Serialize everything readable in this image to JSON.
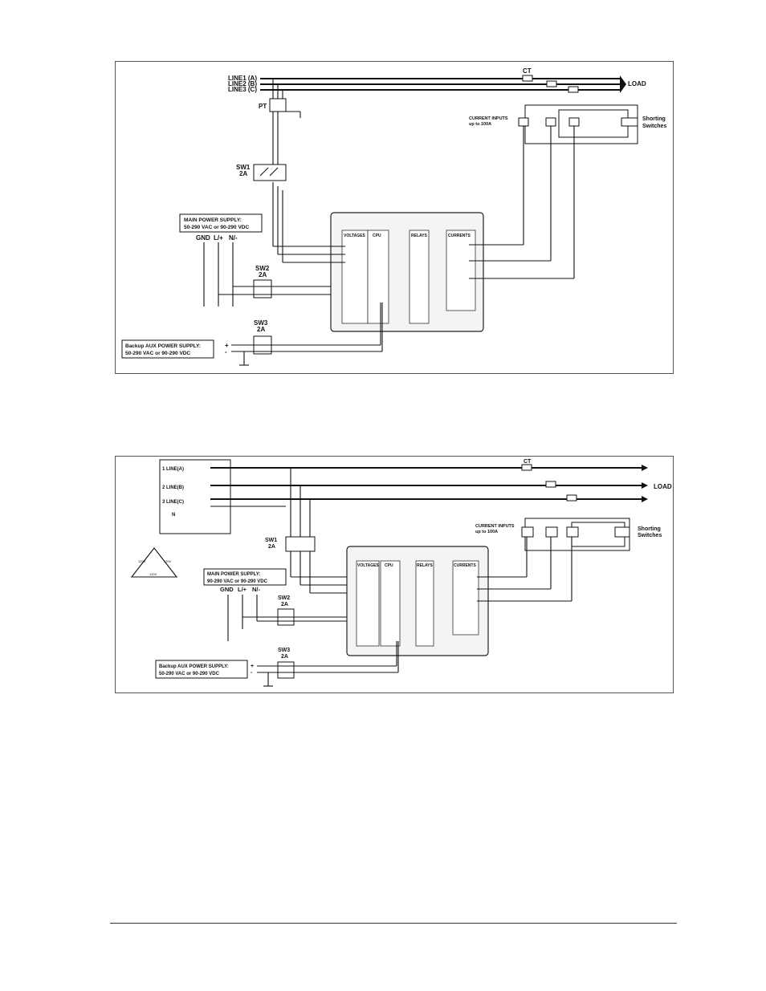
{
  "figure1": {
    "lines": [
      "LINE1 (A)",
      "LINE2 (B)",
      "LINE3 (C)"
    ],
    "load": "LOAD",
    "ct": "CT",
    "pt": "PT",
    "current_inputs": [
      "CURRENT INPUTS",
      "up to 100A"
    ],
    "shorting": [
      "Shorting",
      "Switches"
    ],
    "sw1": [
      "SW1",
      "2A"
    ],
    "sw2": [
      "SW2",
      "2A"
    ],
    "sw3": [
      "SW3",
      "2A"
    ],
    "main_ps": [
      "MAIN POWER SUPPLY:",
      "50-290 VAC or 90-290 VDC"
    ],
    "main_terms": [
      "GND",
      "L/+",
      "N/-"
    ],
    "aux_ps": [
      "Backup AUX POWER SUPPLY:",
      "50-290 VAC or 90-290 VDC"
    ],
    "aux_terms": [
      "+",
      "-"
    ],
    "modules": [
      "VOLTAGES",
      "CPU",
      "RELAYS",
      "CURRENTS"
    ]
  },
  "figure2": {
    "lines": [
      "1 LINE(A)",
      "2 LINE(B)",
      "3 LINE(C)",
      "N"
    ],
    "load": "LOAD",
    "ct": "CT",
    "current_inputs": [
      "CURRENT INPUTS",
      "up to 100A"
    ],
    "shorting": [
      "Shorting",
      "Switches"
    ],
    "sw1": [
      "SW1",
      "2A"
    ],
    "sw2": [
      "SW2",
      "2A"
    ],
    "sw3": [
      "SW3",
      "2A"
    ],
    "main_ps": [
      "MAIN POWER SUPPLY:",
      "90-290 VAC or 90-290 VDC"
    ],
    "main_terms": [
      "GND",
      "L/+",
      "N/-"
    ],
    "aux_ps": [
      "Backup AUX POWER SUPPLY:",
      "50-290 VAC or 90-290 VDC"
    ],
    "aux_terms": [
      "+",
      "-"
    ],
    "modules": [
      "VOLTAGES",
      "CPU",
      "RELAYS",
      "CURRENTS"
    ],
    "delta_labels": [
      "120V",
      "120V",
      "120V"
    ]
  }
}
